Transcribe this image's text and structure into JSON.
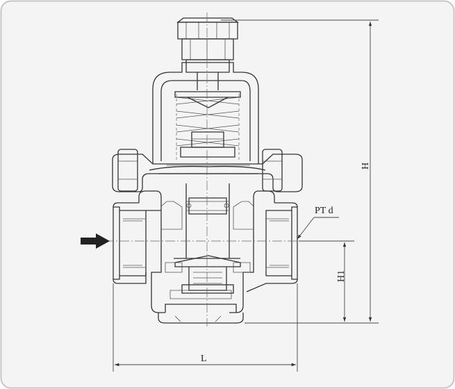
{
  "labels": {
    "height_total": "H",
    "height_outlet": "H1",
    "length": "L",
    "pipe_thread": "PT d"
  },
  "colors": {
    "frame_border": "#bfbfbf",
    "background": "#f3f3f3",
    "line": "#333333"
  }
}
